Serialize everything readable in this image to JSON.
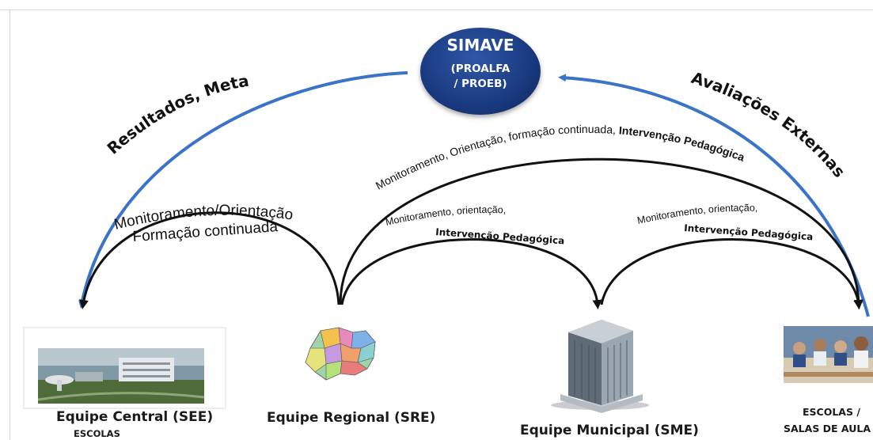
{
  "center": {
    "title": "SIMAVE",
    "subtitle_1": "(PROALFA",
    "subtitle_2": "/ PROEB)"
  },
  "left_arrow_label": "Resultados, Metas",
  "right_arrow_label": "Avaliações Externas",
  "top_arc": {
    "text": "Monitoramento, Orientação, formação continuada, ",
    "bold": "Intervenção Pedagógica"
  },
  "left_arc": {
    "line1": "Monitoramento/Orientação",
    "line2": "Formação continuada"
  },
  "middle_arc": {
    "line1": "Monitoramento, orientação,",
    "line2": "Intervenção Pedagógica"
  },
  "right_arc": {
    "line1": "Monitoramento, orientação,",
    "line2": "Intervenção Pedagógica"
  },
  "nodes": {
    "central": {
      "label": "Equipe Central (SEE)",
      "sublabel": "ESCOLAS"
    },
    "regional": {
      "label": "Equipe Regional (SRE)"
    },
    "municipal": {
      "label": "Equipe Municipal (SME)"
    },
    "schools": {
      "label_1": "ESCOLAS /",
      "label_2": "SALAS DE AULA"
    }
  },
  "colors": {
    "simave_fill": "#1a3a80",
    "blue_arrow": "#3a73c7",
    "black_arc": "#111111"
  }
}
